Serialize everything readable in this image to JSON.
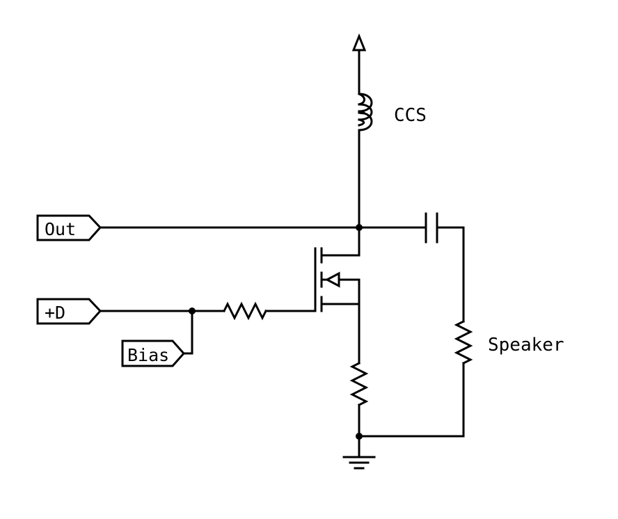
{
  "labels": {
    "ccs": "CCS",
    "speaker": "Speaker"
  },
  "ports": {
    "out": "Out",
    "plus_d": "+D",
    "bias": "Bias"
  },
  "colors": {
    "ink": "#000000",
    "background": "#ffffff"
  }
}
